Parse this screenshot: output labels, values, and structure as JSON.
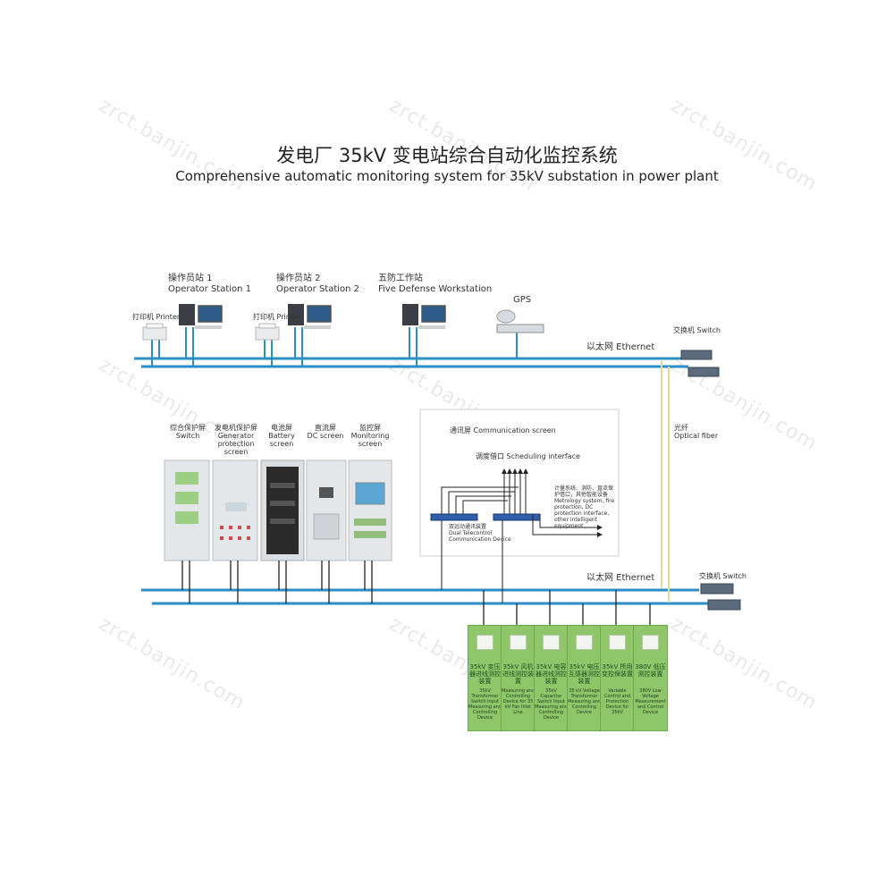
{
  "title_cn": "发电厂 35kV 变电站综合自动化监控系统",
  "title_en": "Comprehensive automatic monitoring system for 35kV substation in power plant",
  "watermark": "zrct.banjin.com",
  "stations": [
    {
      "cn": "操作员站 1",
      "en": "Operator Station 1"
    },
    {
      "cn": "操作员站 2",
      "en": "Operator Station 2"
    },
    {
      "cn": "五防工作站",
      "en": "Five Defense Workstation"
    }
  ],
  "printers": [
    "打印机 Printer",
    "打印机 Printer"
  ],
  "gps": "GPS",
  "ethernet_top": "以太网 Ethernet",
  "ethernet_bottom": "以太网 Ethernet",
  "switch_top": "交换机 Switch",
  "switch_bottom": "交换机 Switch",
  "fiber": {
    "cn": "光纤",
    "en": "Optical fiber"
  },
  "screens": [
    {
      "cn": "综合保护屏",
      "en": "Switch"
    },
    {
      "cn": "发电机保护屏",
      "en": "Generator protection screen"
    },
    {
      "cn": "电池屏",
      "en": "Battery screen"
    },
    {
      "cn": "直流屏",
      "en": "DC screen"
    },
    {
      "cn": "监控屏",
      "en": "Monitoring screen"
    }
  ],
  "comm_screen": "通讯屏 Communication screen",
  "scheduling": "调度借口 Scheduling interface",
  "metrology_cn": "计量系统、消防、直流保护借口，其他智能设备",
  "metrology_en": "Metrology system, fire protection, DC protection interface, other intelligent equipment",
  "dual_cn": "双远动通讯装置",
  "dual_en": "Dual Telecontrol Communication Device",
  "devices": [
    {
      "cn": "35kV 变压器进线测控装置",
      "en": "35kV Transformer Switch Input Measuring and Controlling Device"
    },
    {
      "cn": "35kV 风机进线测控装置",
      "en": "Measuring and Controlling Device for 35 kV Fan Inlet Line"
    },
    {
      "cn": "35kV 电容器进线测控装置",
      "en": "35kV Capacitor Switch Input Measuring and Controlling Device"
    },
    {
      "cn": "35kV 电压互感器测控装置",
      "en": "35 kV Voltage Transformer Measuring and Controlling Device"
    },
    {
      "cn": "35kV 所用变控保装置",
      "en": "Variable Control and Protection Device for 35kV"
    },
    {
      "cn": "380V 低压测控装置",
      "en": "380V Low Voltage Measurement and Control Device"
    }
  ],
  "colors": {
    "bus": "#2a8fc9",
    "panel": "#8fc66a",
    "rack": "#dfe4e8"
  }
}
